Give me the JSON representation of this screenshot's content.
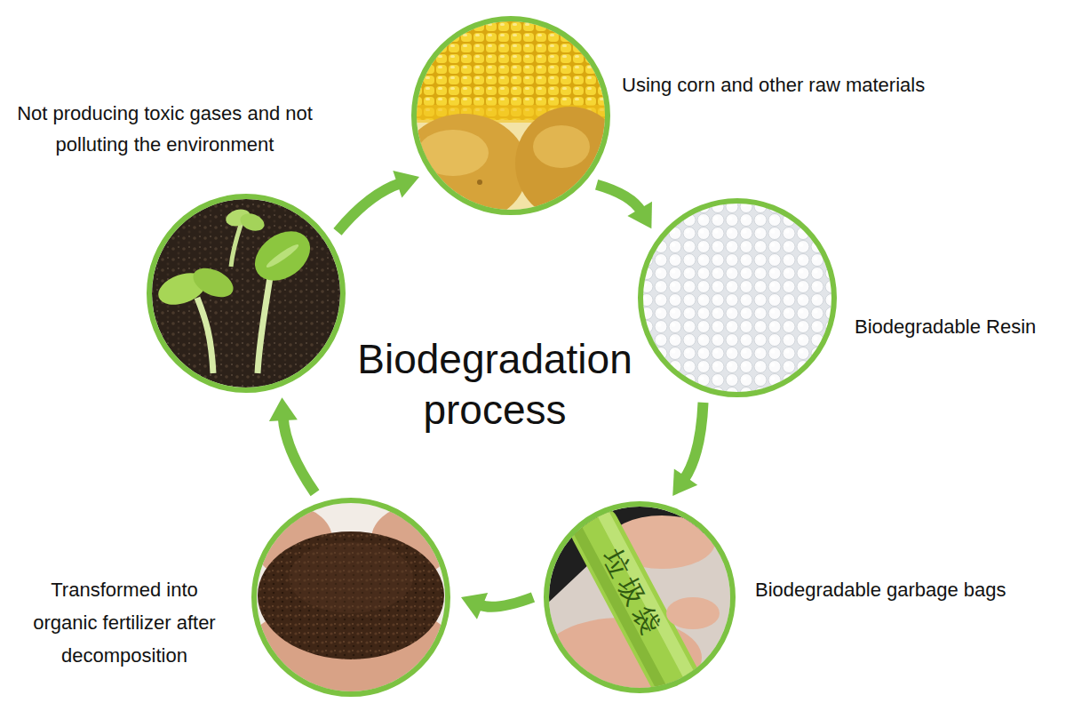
{
  "diagram": {
    "title": "Biodegradation process",
    "nodes": [
      {
        "text": [
          "Using corn and other raw materials"
        ]
      },
      {
        "text": [
          "Biodegradable Resin"
        ]
      },
      {
        "text": [
          "Biodegradable garbage bags"
        ]
      },
      {
        "text": [
          "Transformed into organic fertilizer after decomposition"
        ]
      },
      {
        "text": [
          "Not producing toxic gases and not polluting the environment"
        ]
      }
    ],
    "edges": [
      {
        "from": 0,
        "to": 1,
        "arrow": "to"
      },
      {
        "from": 1,
        "to": 2,
        "arrow": "to"
      },
      {
        "from": 2,
        "to": 3,
        "arrow": "to"
      },
      {
        "from": 3,
        "to": 4,
        "arrow": "to"
      },
      {
        "from": 4,
        "to": 0,
        "arrow": "to"
      }
    ],
    "labels": [
      "垃圾袋"
    ]
  }
}
